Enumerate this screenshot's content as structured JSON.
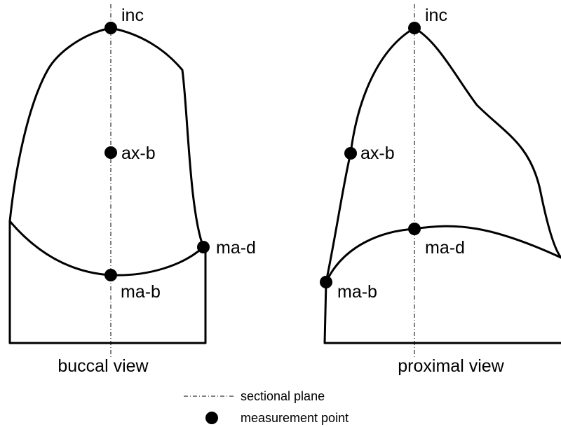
{
  "buccal": {
    "caption": "buccal view",
    "points": {
      "inc": "inc",
      "axb": "ax-b",
      "mad": "ma-d",
      "mab": "ma-b"
    }
  },
  "proximal": {
    "caption": "proximal view",
    "points": {
      "inc": "inc",
      "axb": "ax-b",
      "mad": "ma-d",
      "mab": "ma-b"
    }
  },
  "legend": {
    "plane_label": "sectional plane",
    "point_label": "measurement point"
  }
}
